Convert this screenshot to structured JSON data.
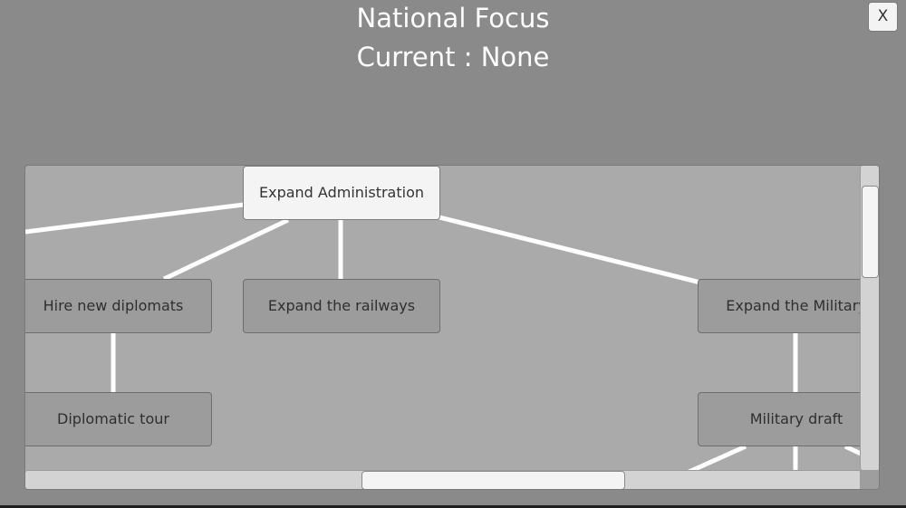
{
  "header": {
    "title": "National Focus",
    "current": "Current : None"
  },
  "close_button": {
    "label": "X"
  },
  "focus_tree": {
    "nodes": {
      "expand_administration": "Expand Administration",
      "hire_new_diplomats": "Hire new diplomats",
      "expand_the_railways": "Expand the railways",
      "expand_the_military": "Expand the Military",
      "diplomatic_tour": "Diplomatic tour",
      "military_draft": "Military draft"
    },
    "selected": "expand_administration"
  },
  "colors": {
    "background": "#8a8a8a",
    "viewport": "#aaaaaa",
    "node": "#9c9c9c",
    "node_selected": "#f4f4f4",
    "connector": "#ffffff"
  }
}
